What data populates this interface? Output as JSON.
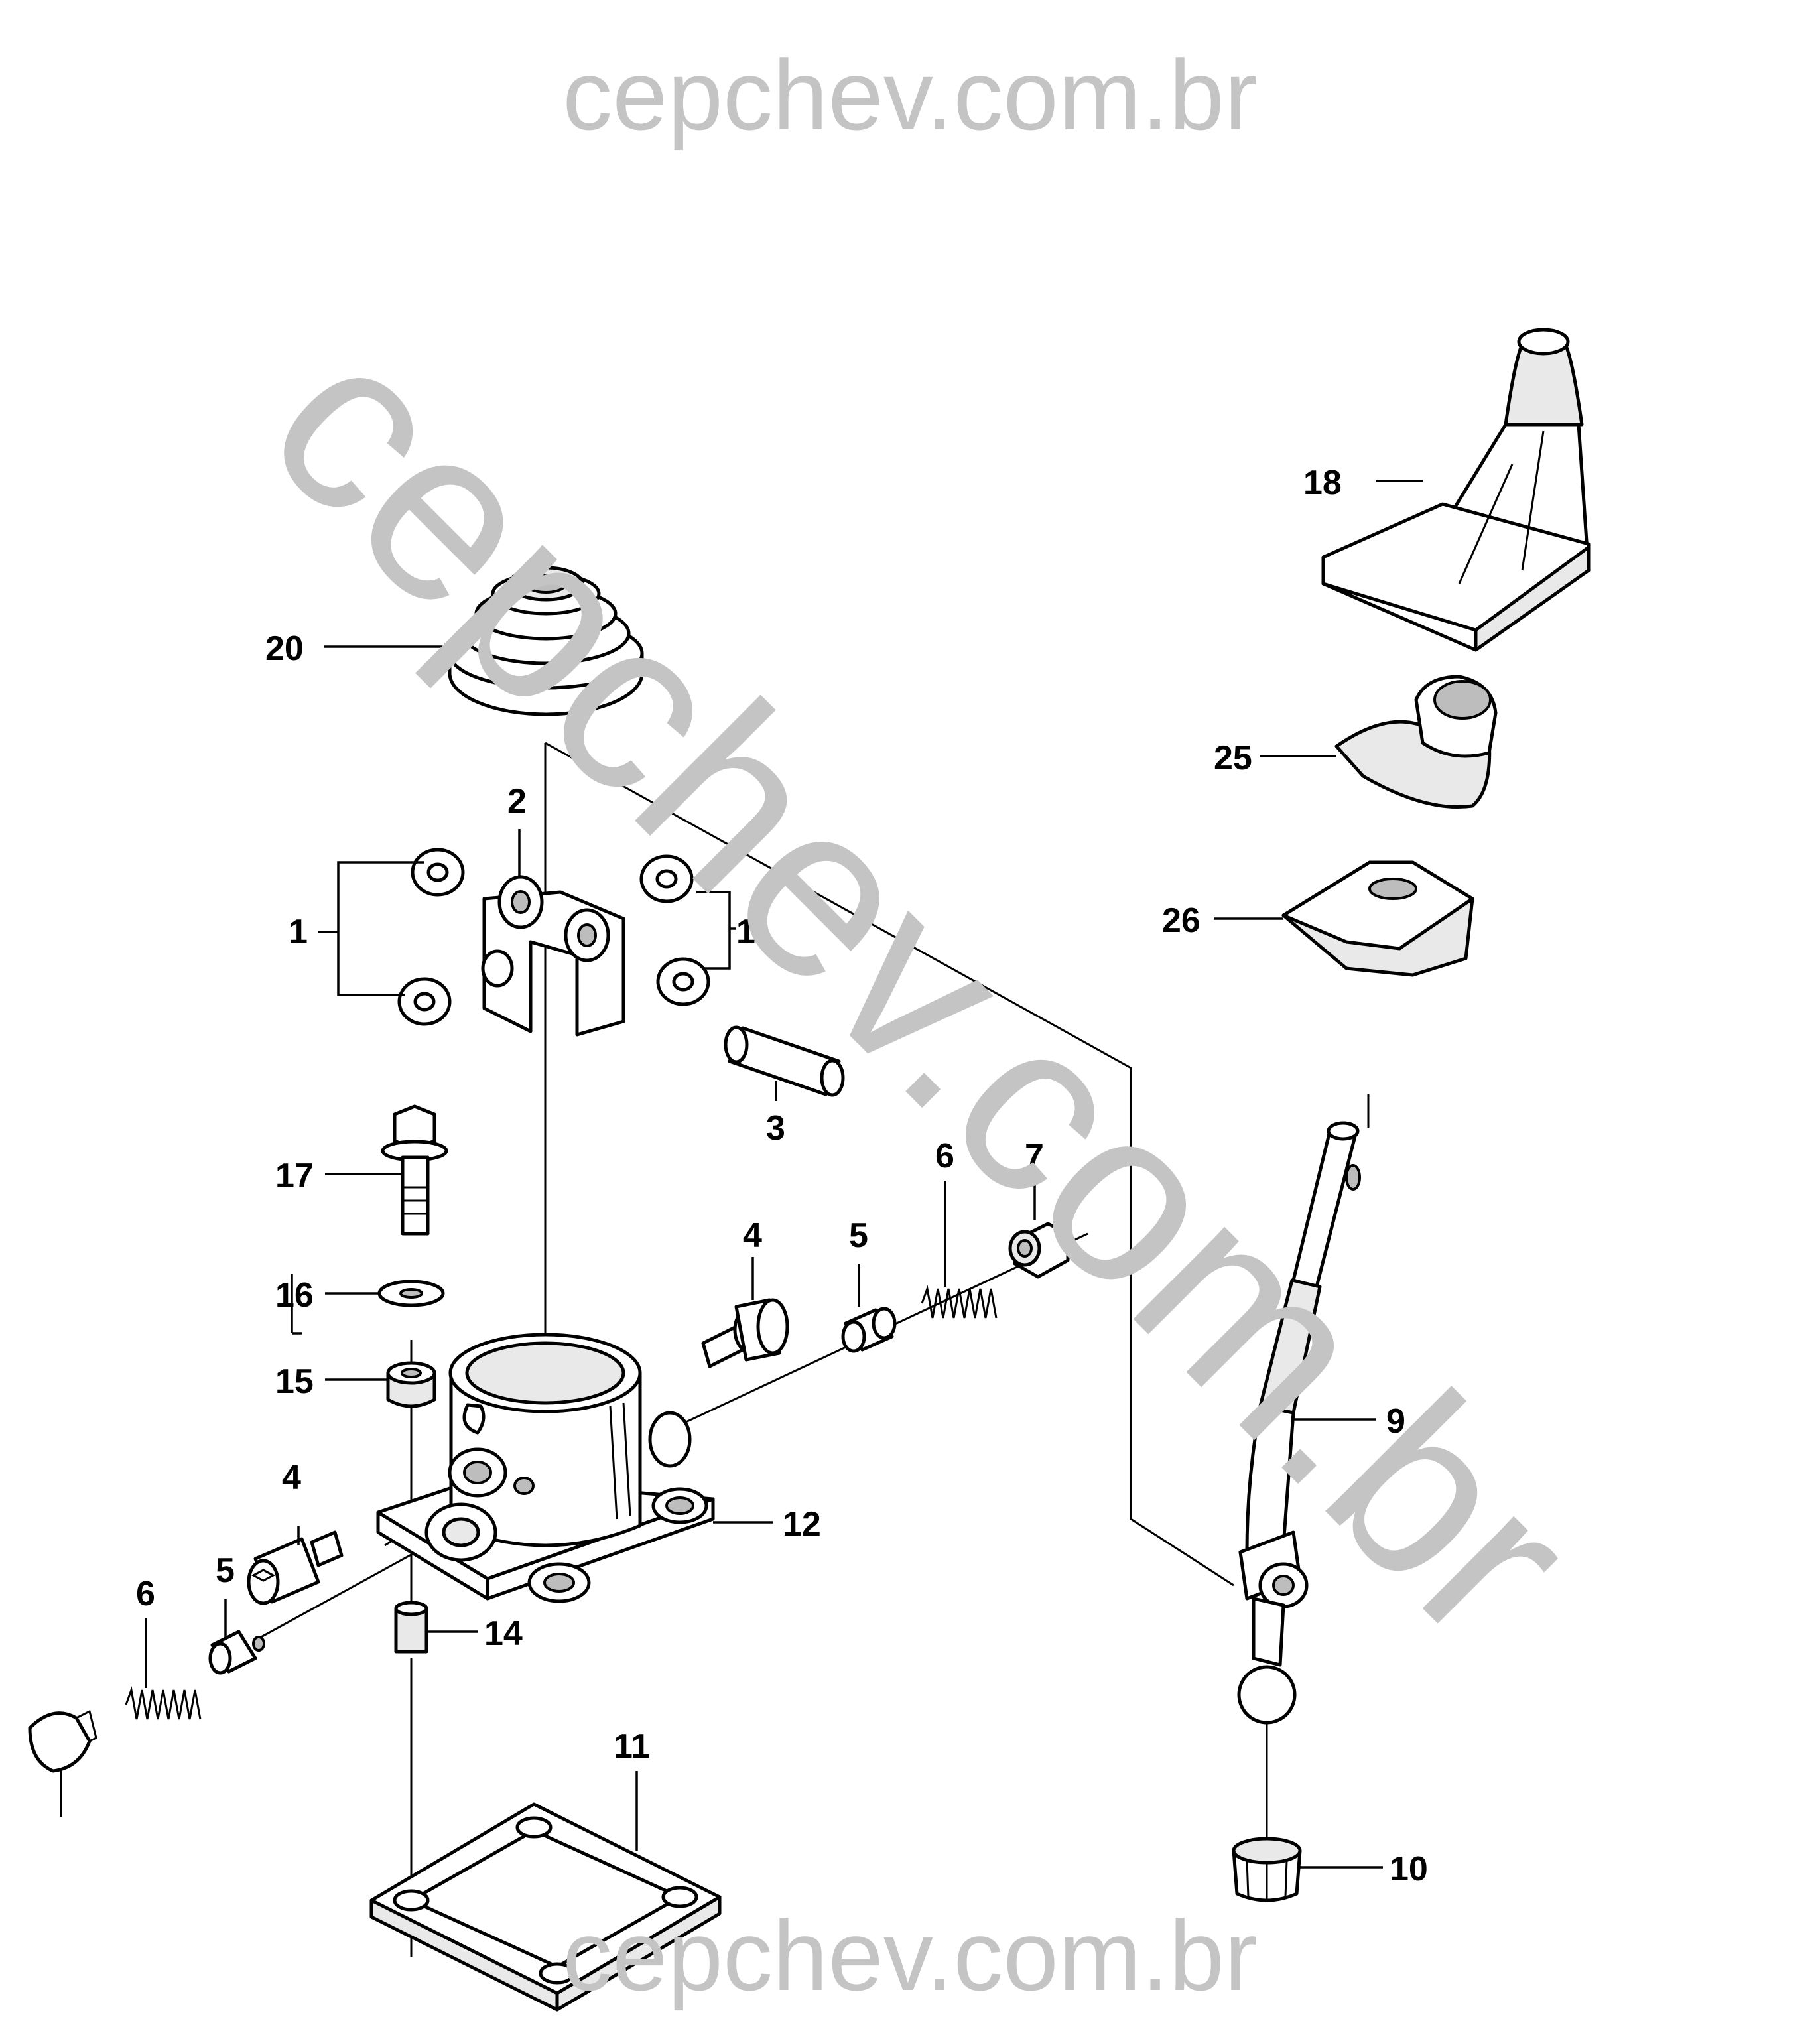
{
  "watermark": {
    "top": "cepchev.com.br",
    "diagonal": "cepchev.com.br",
    "bottom": "cepchev.com.br",
    "color": "#c4c4c4"
  },
  "callouts": {
    "c1_left": "1",
    "c1_right": "1",
    "c2": "2",
    "c3": "3",
    "c4_top": "4",
    "c4_left": "4",
    "c5_top": "5",
    "c5_left": "5",
    "c6_top": "6",
    "c6_left": "6",
    "c7": "7",
    "c9": "9",
    "c10": "10",
    "c11": "11",
    "c12": "12",
    "c14": "14",
    "c15": "15",
    "c16": "16",
    "c17": "17",
    "c18": "18",
    "c20": "20",
    "c25": "25",
    "c26": "26"
  }
}
